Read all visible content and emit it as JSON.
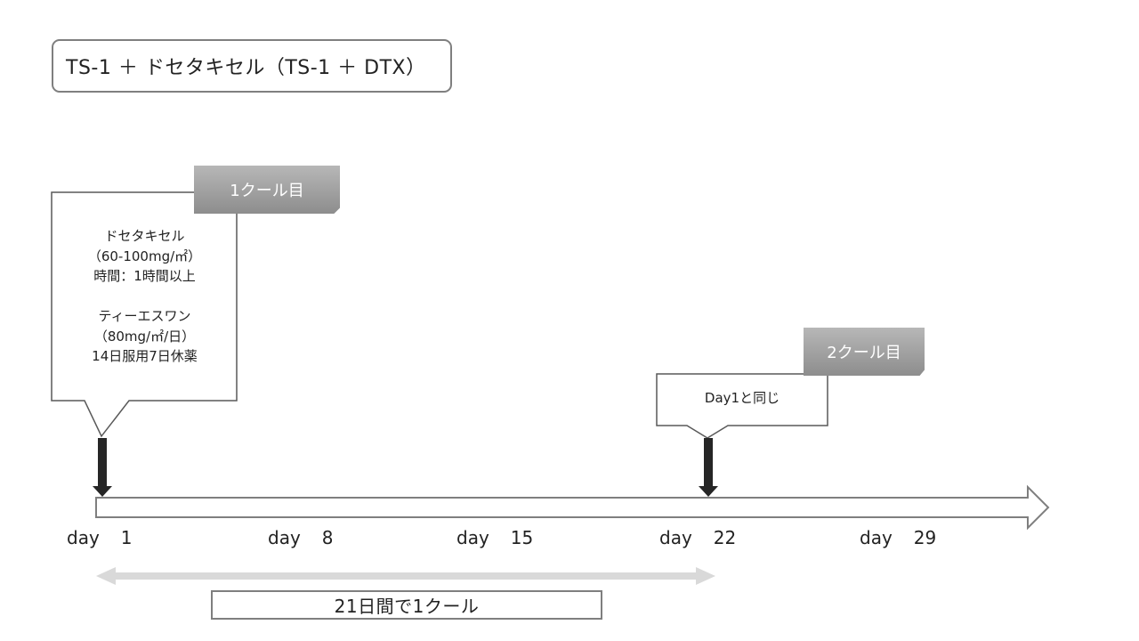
{
  "title": "TS-1 ＋ ドセタキセル（TS-1 ＋ DTX）",
  "cycle1": {
    "tag": "1クール目",
    "lines": [
      "ドセタキセル",
      "（60-100mg/㎡）",
      "時間：1時間以上",
      "",
      "ティーエスワン",
      "（80mg/㎡/日）",
      "14日服用7日休薬"
    ]
  },
  "cycle2": {
    "tag": "2クール目",
    "note": "Day1と同じ"
  },
  "timeline": {
    "days": [
      {
        "prefix": "day",
        "num": "1"
      },
      {
        "prefix": "day",
        "num": "8"
      },
      {
        "prefix": "day",
        "num": "15"
      },
      {
        "prefix": "day",
        "num": "22"
      },
      {
        "prefix": "day",
        "num": "29"
      }
    ]
  },
  "cycle_length_label": "21日間で1クール",
  "colors": {
    "outline": "#7f7f7f",
    "marker": "#262626",
    "span_arrow": "#d9d9d9",
    "tag_fill": "#a6a6a6"
  }
}
